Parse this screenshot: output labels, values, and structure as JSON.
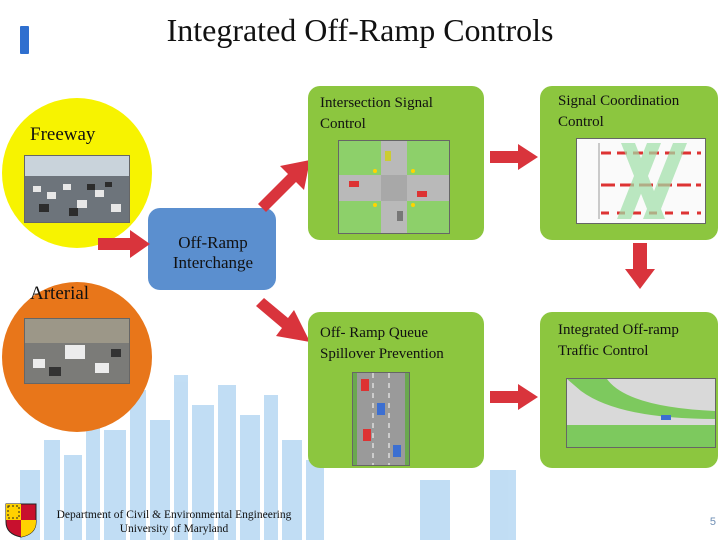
{
  "title": "Integrated Off-Ramp Controls",
  "nodes": {
    "freeway": "Freeway",
    "arterial": "Arterial",
    "interchange": [
      "Off-Ramp",
      "Interchange"
    ]
  },
  "boxes": [
    {
      "lines": [
        "Intersection Signal",
        "Control"
      ]
    },
    {
      "lines": [
        "Signal Coordination",
        "Control"
      ]
    },
    {
      "lines": [
        "Off- Ramp Queue",
        "Spillover Prevention"
      ]
    },
    {
      "lines": [
        "Integrated Off-ramp",
        "Traffic Control"
      ]
    }
  ],
  "footer": {
    "department": "Department of Civil & Environmental Engineering",
    "university": "University of Maryland",
    "page_number": "5"
  },
  "colors": {
    "accent": "#2f6fcf",
    "freeway_circle": "#f7f300",
    "arterial_circle": "#e8761a",
    "interchange_box": "#5b8fcf",
    "green_box": "#8cc63f",
    "arrow": "#d9343c",
    "skyline": "#8fc3ec"
  }
}
